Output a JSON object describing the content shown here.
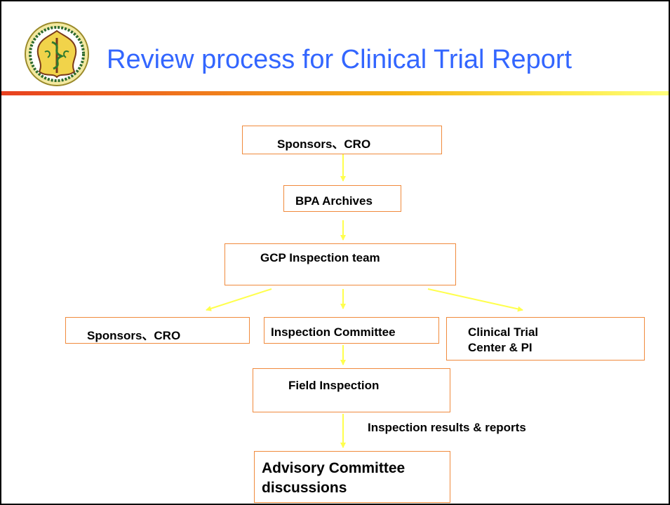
{
  "slide": {
    "title": "Review process for Clinical Trial Report",
    "logo_icon": "emblem-seal-icon",
    "colors": {
      "title": "#3366ff",
      "box_border": "#f08a3c",
      "arrow": "#ffff4d",
      "rule_start": "#e8401f",
      "rule_end": "#ffff7a"
    }
  },
  "diagram": {
    "nodes": [
      {
        "id": "sponsors_top",
        "label": "Sponsors、CRO"
      },
      {
        "id": "bpa",
        "label": "BPA Archives"
      },
      {
        "id": "gcp",
        "label": "GCP Inspection team"
      },
      {
        "id": "sponsors_left",
        "label": "Sponsors、CRO"
      },
      {
        "id": "inspection_committee",
        "label": "Inspection Committee"
      },
      {
        "id": "clinical",
        "label": "Clinical Trial\nCenter & PI"
      },
      {
        "id": "field",
        "label": "Field Inspection"
      },
      {
        "id": "advisory",
        "label": "Advisory Committee\ndiscussions"
      }
    ],
    "edges": [
      {
        "from": "sponsors_top",
        "to": "bpa",
        "label": ""
      },
      {
        "from": "bpa",
        "to": "gcp",
        "label": ""
      },
      {
        "from": "gcp",
        "to": "sponsors_left",
        "label": ""
      },
      {
        "from": "gcp",
        "to": "inspection_committee",
        "label": ""
      },
      {
        "from": "gcp",
        "to": "clinical",
        "label": ""
      },
      {
        "from": "inspection_committee",
        "to": "field",
        "label": ""
      },
      {
        "from": "field",
        "to": "advisory",
        "label": "Inspection results & reports"
      }
    ]
  }
}
